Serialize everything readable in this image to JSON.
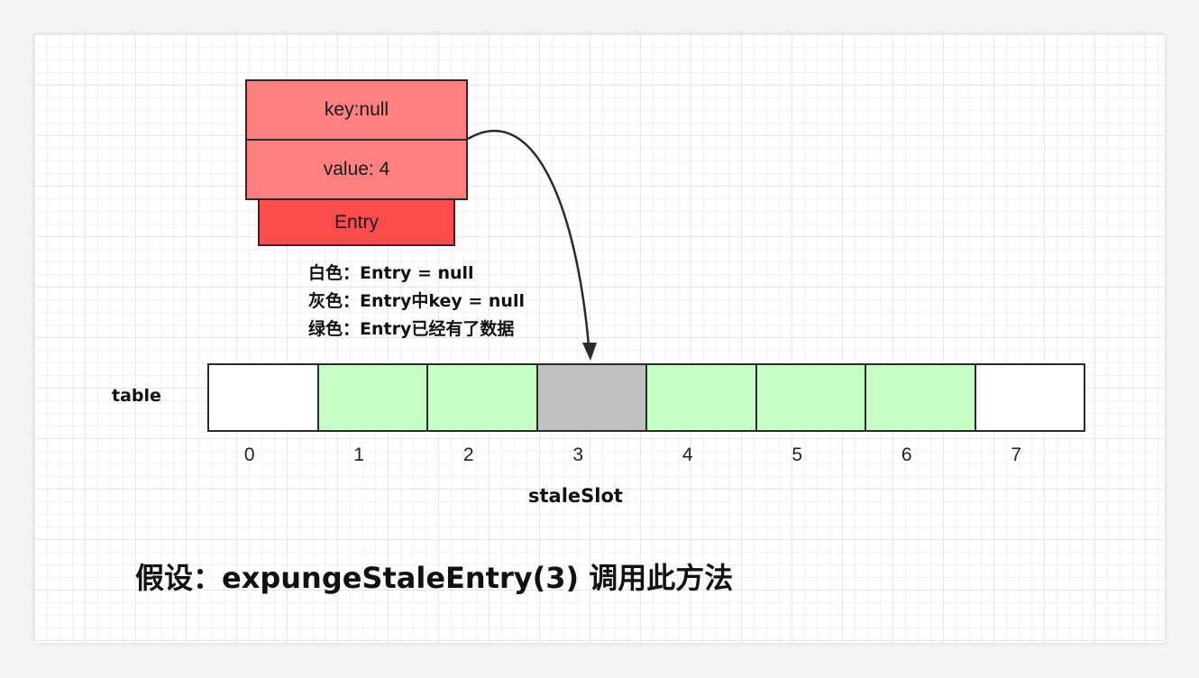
{
  "entry": {
    "key_label": "key:null",
    "value_label": "value: 4",
    "name": "Entry",
    "colors": {
      "key": "#ff8080",
      "value": "#ff8080",
      "entry": "#ff4d4d"
    }
  },
  "legend": {
    "white": "白色：Entry = null",
    "gray": "灰色：Entry中key = null",
    "green": "绿色：Entry已经有了数据"
  },
  "table": {
    "label": "table",
    "stale_slot_label": "staleSlot",
    "slots": [
      {
        "index": "0",
        "color": "#ffffff"
      },
      {
        "index": "1",
        "color": "#c6ffc6"
      },
      {
        "index": "2",
        "color": "#c6ffc6"
      },
      {
        "index": "3",
        "color": "#c0c0c0"
      },
      {
        "index": "4",
        "color": "#c6ffc6"
      },
      {
        "index": "5",
        "color": "#c6ffc6"
      },
      {
        "index": "6",
        "color": "#c6ffc6"
      },
      {
        "index": "7",
        "color": "#ffffff"
      }
    ]
  },
  "caption": "假设：expungeStaleEntry(3) 调用此方法"
}
